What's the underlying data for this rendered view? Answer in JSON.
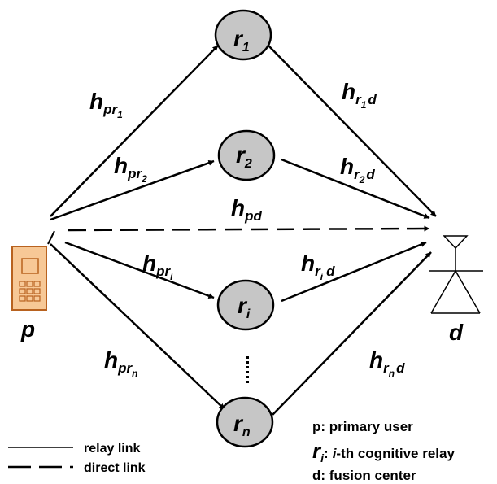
{
  "nodes": {
    "source": {
      "label": "p"
    },
    "destination": {
      "label": "d"
    },
    "relays": [
      {
        "base": "r",
        "sub": "1"
      },
      {
        "base": "r",
        "sub": "2"
      },
      {
        "base": "r",
        "sub": "i"
      },
      {
        "base": "r",
        "sub": "n"
      }
    ]
  },
  "channels": {
    "pr1": {
      "base": "h",
      "sub": "pr",
      "subsub": "1"
    },
    "pr2": {
      "base": "h",
      "sub": "pr",
      "subsub": "2"
    },
    "pri": {
      "base": "h",
      "sub": "pr",
      "subsub": "i"
    },
    "prn": {
      "base": "h",
      "sub": "pr",
      "subsub": "n"
    },
    "pd": {
      "base": "h",
      "sub": "pd"
    },
    "r1d": {
      "base": "h",
      "sub": "r",
      "subsub": "1",
      "tail": "d"
    },
    "r2d": {
      "base": "h",
      "sub": "r",
      "subsub": "2",
      "tail": "d"
    },
    "rid": {
      "base": "h",
      "sub": "r",
      "subsub": "i",
      "tail": "d"
    },
    "rnd": {
      "base": "h",
      "sub": "r",
      "subsub": "n",
      "tail": "d"
    }
  },
  "legend": {
    "relay_link": "relay link",
    "direct_link": "direct link"
  },
  "key": {
    "p_term": "p",
    "p_desc": ": primary user",
    "r_base": "r",
    "r_sub": "i",
    "r_sep": ":",
    "r_italic": "i",
    "r_desc": "-th cognitive relay",
    "d_term": "d",
    "d_desc": ": fusion center"
  },
  "colors": {
    "relay_fill": "#c6c6c6",
    "phone_fill": "#f7c896",
    "phone_stroke": "#b8621f",
    "line": "#000000"
  },
  "icons": {
    "source": "mobile-phone-icon",
    "destination": "antenna-tower-icon"
  }
}
